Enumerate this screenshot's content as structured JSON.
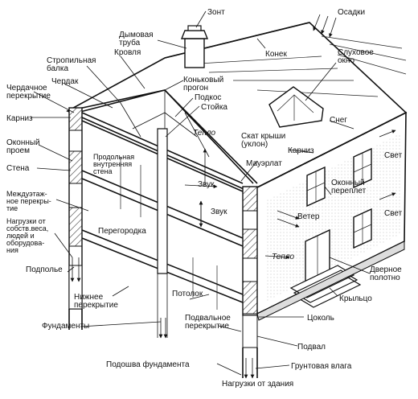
{
  "labels": {
    "zont": "Зонт",
    "osadki": "Осадки",
    "dymovaya_truba": "Дымовая\nтруба",
    "krovlya": "Кровля",
    "konek": "Конек",
    "sluhovoe_okno": "Слуховое\nокно",
    "stropilnaya_balka": "Стропильная\nбалка",
    "cherdak": "Чердак",
    "konkovyi_progon": "Коньковый\nпрогон",
    "cherdachnoe_perekrytie": "Чердачное\nперекрытие",
    "podkos": "Подкос",
    "stoika": "Стойка",
    "karniz_left": "Карниз",
    "sneg": "Снег",
    "okonnyi_proem": "Оконный\nпроем",
    "skat_kryshi": "Скат крыши\n(уклон)",
    "karniz_right": "Карниз",
    "teplo_1": "Тепло",
    "prodolnaya_stena": "Продольная\nвнутренняя\nстена",
    "mauerlat": "Мауэрлат",
    "stena": "Стена",
    "svet_1": "Свет",
    "svet_2": "Свет",
    "zvuk_1": "Звук",
    "okonnyi_pereplet": "Оконный\nпереплет",
    "mezhduetazhnoe": "Междуэтаж-\nное перекры-\nтие",
    "zvuk_2": "Звук",
    "veter": "Ветер",
    "nagruzki_sobstv": "Нагрузки от\nсобств.веса,\nлюдей и\nоборудова-\nния",
    "peregorodka": "Перегородка",
    "teplo_2": "Тепло",
    "dvernoe_polotno": "Дверное\nполотно",
    "podpole": "Подполье",
    "nizhnee_perekrytie": "Нижнее\nперекрытие",
    "potolok": "Потолок",
    "kryltso": "Крыльцо",
    "fundamenty": "Фундаменты",
    "podvalnoe_perekrytie": "Подвальное\nперекрытие",
    "tsokol": "Цоколь",
    "podval": "Подвал",
    "podoshva_fundamenta": "Подошва фундамента",
    "gruntovaya_vlaga": "Грунтовая влага",
    "nagruzki_ot_zdaniya": "Нагрузки от здания"
  }
}
